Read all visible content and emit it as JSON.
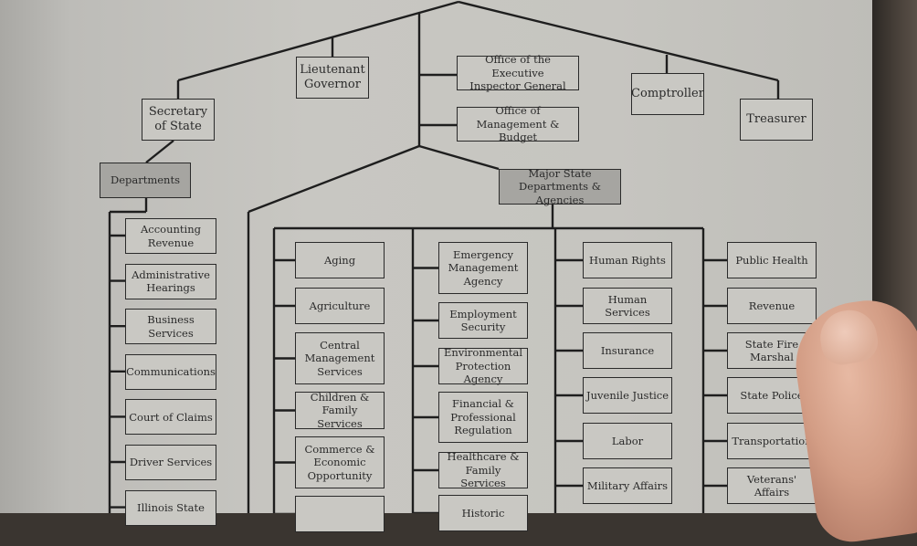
{
  "diagram": {
    "top_boxes": {
      "lieutenant_governor": "Lieutenant\nGovernor",
      "inspector_general": "Office of the Executive\nInspector General",
      "comptroller": "Comptroller",
      "treasurer": "Treasurer",
      "secretary_of_state": "Secretary\nof State",
      "management_budget": "Office of\nManagement & Budget"
    },
    "departments_header": "Departments",
    "major_header": "Major State\nDepartments & Agencies",
    "sos_departments": [
      "Accounting\nRevenue",
      "Administrative\nHearings",
      "Business\nServices",
      "Communications",
      "Court of Claims",
      "Driver Services",
      "Illinois State"
    ],
    "agency_columns": [
      [
        "Aging",
        "Agriculture",
        "Central\nManagement\nServices",
        "Children & Family\nServices",
        "Commerce &\nEconomic\nOpportunity",
        ""
      ],
      [
        "Emergency\nManagement\nAgency",
        "Employment\nSecurity",
        "Environmental\nProtection Agency",
        "Financial &\nProfessional\nRegulation",
        "Healthcare &\nFamily Services",
        "Historic"
      ],
      [
        "Human Rights",
        "Human Services",
        "Insurance",
        "Juvenile Justice",
        "Labor",
        "Military Affairs"
      ],
      [
        "Public Health",
        "Revenue",
        "State Fire Marshal",
        "State Police",
        "Transportation",
        "Veterans' Affairs"
      ]
    ]
  }
}
